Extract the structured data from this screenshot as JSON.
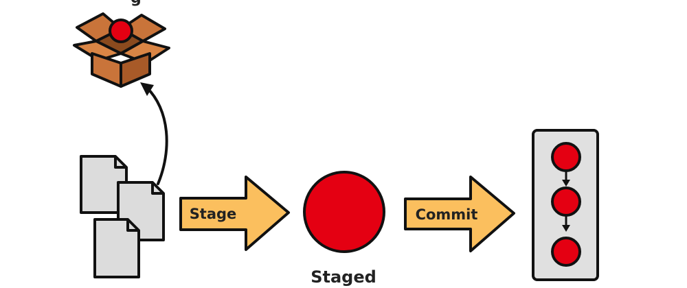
{
  "labels": {
    "top_partial": "g",
    "stage_arrow": "Stage",
    "commit_arrow": "Commit",
    "staged": "Staged"
  },
  "colors": {
    "outline": "#111111",
    "arrow_fill": "#fbbf5e",
    "red": "#e40012",
    "paper": "#dcdcdc",
    "box_fill": "#c9743a",
    "box_dark": "#a85a28",
    "repo_fill": "#e0e0e0"
  },
  "icons": {
    "stash_box": "open-box-with-ball-icon",
    "files": "documents-stack-icon",
    "staged": "red-circle-icon",
    "repo": "commit-history-icon"
  }
}
